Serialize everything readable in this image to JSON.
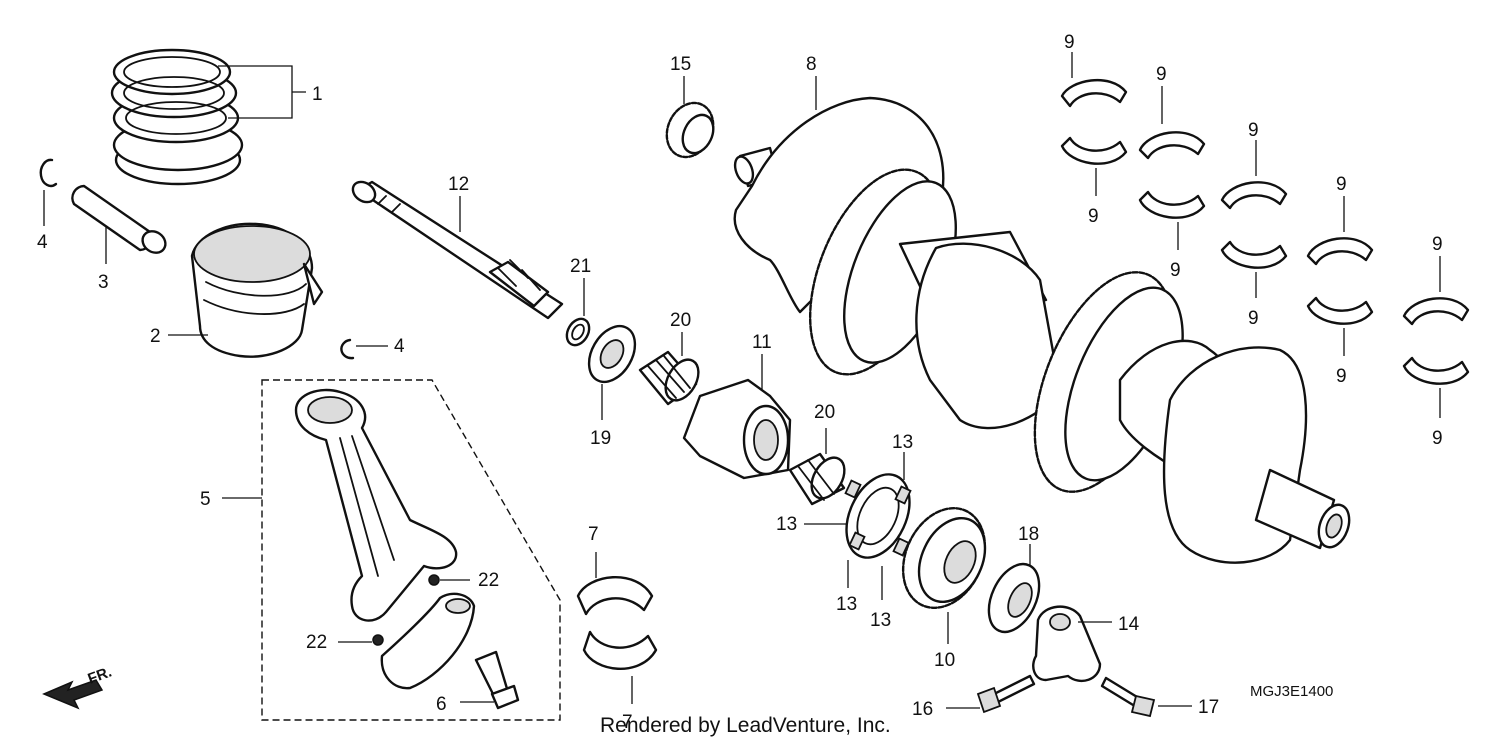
{
  "diagram": {
    "drawing_code": "MGJ3E1400",
    "credit": "Rendered by LeadVenture, Inc.",
    "direction_label": "FR.",
    "callouts": {
      "c1": "1",
      "c2": "2",
      "c3": "3",
      "c4a": "4",
      "c4b": "4",
      "c5": "5",
      "c6": "6",
      "c7a": "7",
      "c7b": "7",
      "c8": "8",
      "c9a": "9",
      "c9b": "9",
      "c9c": "9",
      "c9d": "9",
      "c9e": "9",
      "c9f": "9",
      "c9g": "9",
      "c9h": "9",
      "c9i": "9",
      "c9j": "9",
      "c10": "10",
      "c11": "11",
      "c12": "12",
      "c13a": "13",
      "c13b": "13",
      "c13c": "13",
      "c13d": "13",
      "c14": "14",
      "c15": "15",
      "c16": "16",
      "c17": "17",
      "c18": "18",
      "c19": "19",
      "c20a": "20",
      "c20b": "20",
      "c21": "21",
      "c22a": "22",
      "c22b": "22"
    }
  }
}
